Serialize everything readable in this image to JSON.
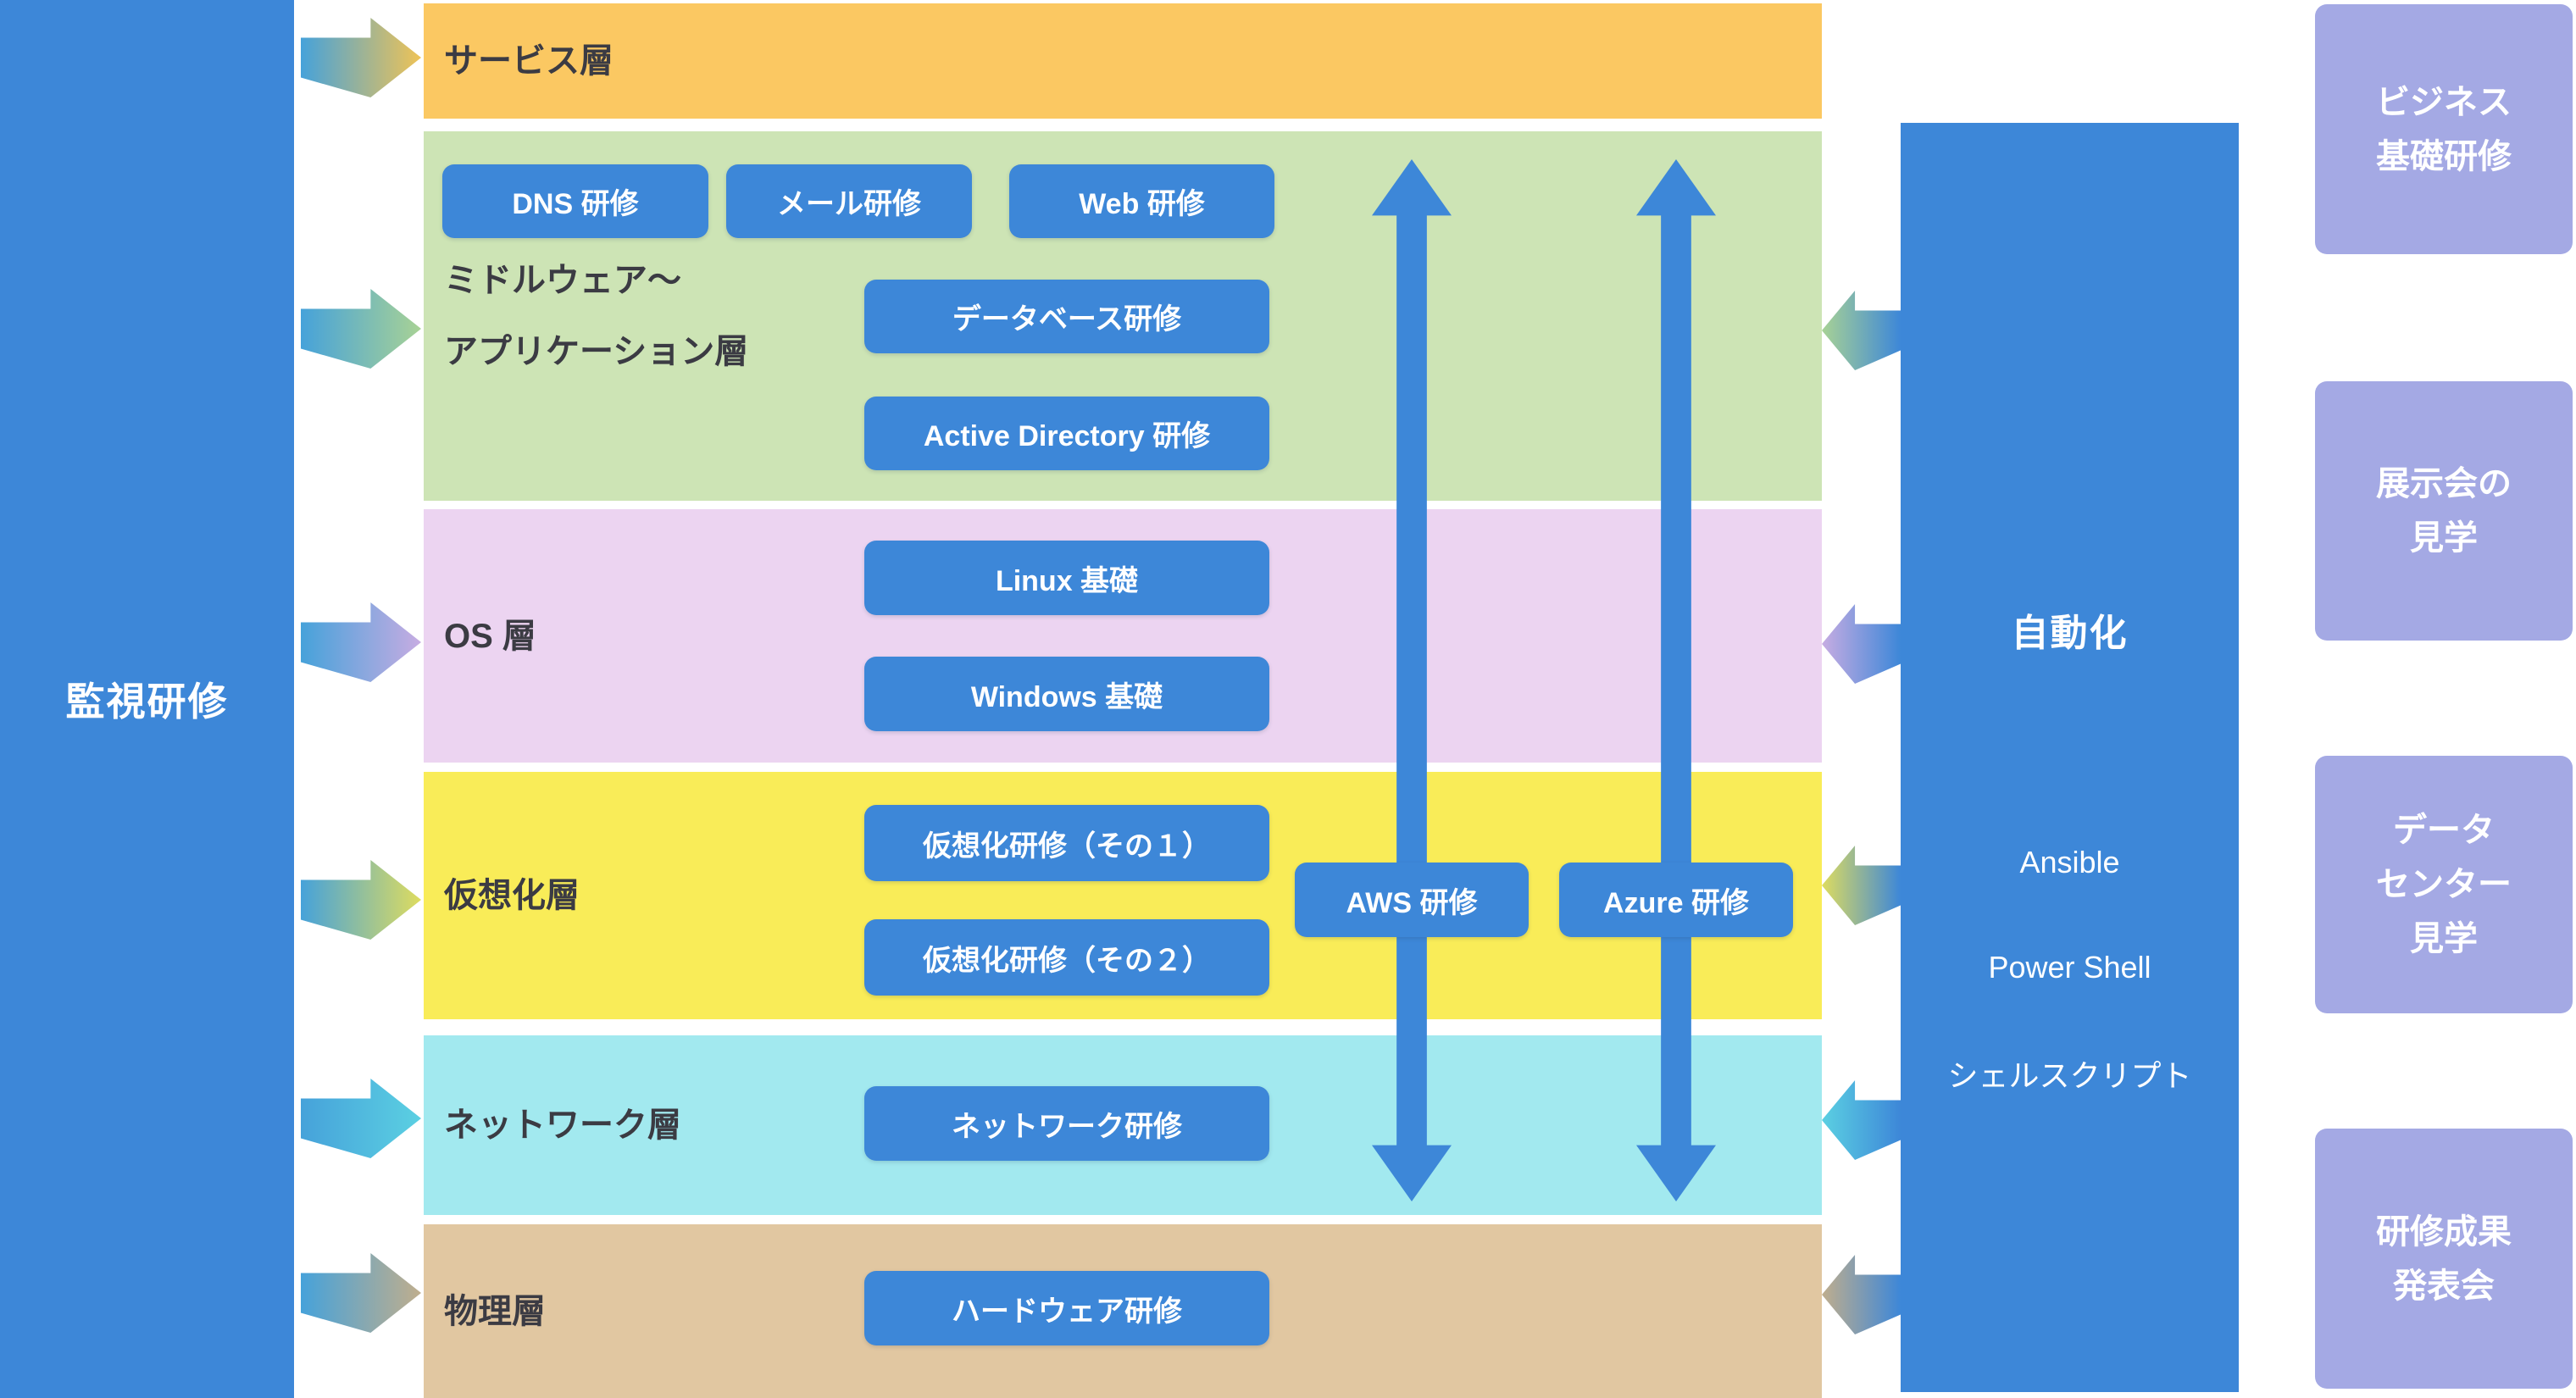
{
  "palette": {
    "blue": "#3d87d8",
    "service_orange": "#fbc862",
    "middleware_green": "#cde4b5",
    "os_pink": "#ecd4f1",
    "virtualization_yellow": "#f9ec58",
    "network_cyan": "#a2e9ef",
    "physical_tan": "#e1c7a1",
    "event_purple": "#a4a9e4",
    "label_dark": "#3b3b43"
  },
  "left_sidebar": {
    "label": "監視研修"
  },
  "layers": {
    "service": {
      "label": "サービス層"
    },
    "middleware": {
      "label_line1": "ミドルウェア〜",
      "label_line2": "アプリケーション層",
      "top_buttons": [
        "DNS 研修",
        "メール研修",
        "Web 研修"
      ],
      "buttons": [
        "データベース研修",
        "Active Directory 研修"
      ]
    },
    "os": {
      "label": "OS 層",
      "buttons": [
        "Linux 基礎",
        "Windows 基礎"
      ]
    },
    "virtualization": {
      "label": "仮想化層",
      "buttons": [
        "仮想化研修（その１）",
        "仮想化研修（その２）"
      ],
      "cloud_buttons": [
        "AWS 研修",
        "Azure 研修"
      ]
    },
    "network": {
      "label": "ネットワーク層",
      "buttons": [
        "ネットワーク研修"
      ]
    },
    "physical": {
      "label": "物理層",
      "buttons": [
        "ハードウェア研修"
      ]
    }
  },
  "automation": {
    "title": "自動化",
    "items": [
      "Ansible",
      "Power Shell",
      "シェルスクリプト"
    ]
  },
  "side_events": [
    {
      "lines": [
        "ビジネス",
        "基礎研修"
      ]
    },
    {
      "lines": [
        "展示会の",
        "見学"
      ]
    },
    {
      "lines": [
        "データ",
        "センター",
        "見学"
      ]
    },
    {
      "lines": [
        "研修成果",
        "発表会"
      ]
    }
  ]
}
